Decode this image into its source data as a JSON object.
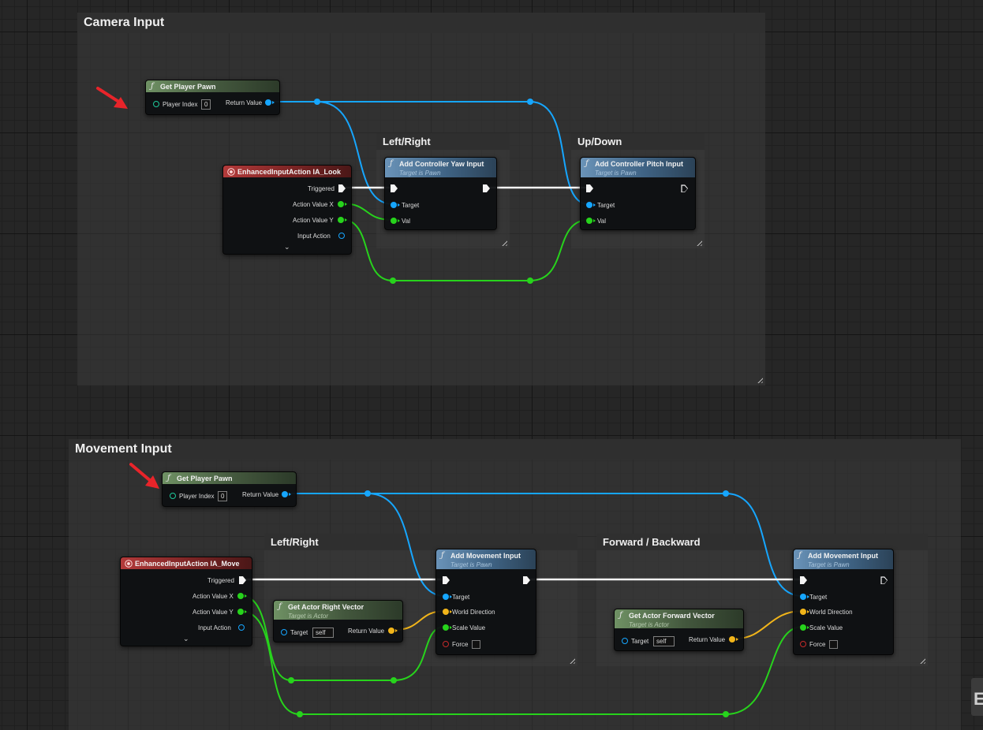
{
  "camera": {
    "title": "Camera Input",
    "get_pawn": {
      "title": "Get Player Pawn",
      "player_index_label": "Player Index",
      "player_index_value": "0",
      "return_label": "Return Value"
    },
    "event": {
      "title": "EnhancedInputAction IA_Look",
      "triggered": "Triggered",
      "action_x": "Action Value X",
      "action_y": "Action Value Y",
      "input_action": "Input Action",
      "expand": "⌄"
    },
    "leftright": {
      "title": "Left/Right",
      "node_title": "Add Controller Yaw Input",
      "node_sub": "Target is Pawn",
      "target": "Target",
      "val": "Val"
    },
    "updown": {
      "title": "Up/Down",
      "node_title": "Add Controller Pitch Input",
      "node_sub": "Target is Pawn",
      "target": "Target",
      "val": "Val"
    }
  },
  "movement": {
    "title": "Movement Input",
    "get_pawn": {
      "title": "Get Player Pawn",
      "player_index_label": "Player Index",
      "player_index_value": "0",
      "return_label": "Return Value"
    },
    "event": {
      "title": "EnhancedInputAction IA_Move",
      "triggered": "Triggered",
      "action_x": "Action Value X",
      "action_y": "Action Value Y",
      "input_action": "Input Action",
      "expand": "⌄"
    },
    "leftright": {
      "title": "Left/Right",
      "vector": {
        "title": "Get Actor Right Vector",
        "sub": "Target is Actor",
        "target": "Target",
        "target_value": "self",
        "return_label": "Return Value"
      },
      "move": {
        "title": "Add Movement Input",
        "sub": "Target is Pawn",
        "target": "Target",
        "world_dir": "World Direction",
        "scale": "Scale Value",
        "force": "Force"
      }
    },
    "forward": {
      "title": "Forward / Backward",
      "vector": {
        "title": "Get Actor Forward Vector",
        "sub": "Target is Actor",
        "target": "Target",
        "target_value": "self",
        "return_label": "Return Value"
      },
      "move": {
        "title": "Add Movement Input",
        "sub": "Target is Pawn",
        "target": "Target",
        "world_dir": "World Direction",
        "scale": "Scale Value",
        "force": "Force"
      }
    }
  },
  "edge_tab_glyph": "E",
  "colors": {
    "object_wire": "#16a6ff",
    "float_wire": "#27d31c",
    "vector_wire": "#f2b51a",
    "exec_wire": "#f4f4f4",
    "annotation_arrow": "#e8242a"
  },
  "icons": [
    "function-icon",
    "event-icon",
    "exec-pin-icon",
    "resize-grip-icon",
    "red-arrow-annotation-icon",
    "chevron-down-icon"
  ]
}
